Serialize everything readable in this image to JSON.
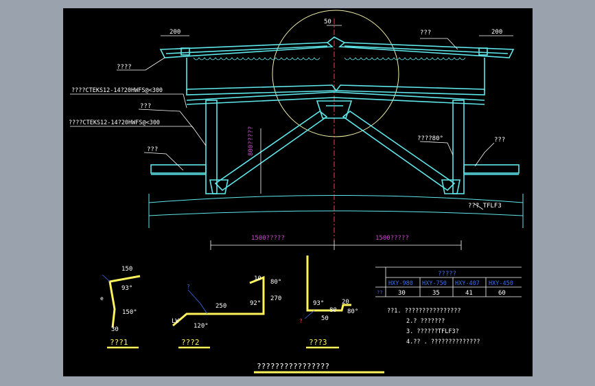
{
  "colors": {
    "structure": "#5fe8ec",
    "dimension": "#ffffff",
    "label": "#ffffff",
    "magenta": "#d04ad0",
    "yellow": "#fff35c",
    "blue": "#3f6ff0",
    "red": "#ff3a3a",
    "gray": "#c0c0c0",
    "detail_circle": "#f4f0a8"
  },
  "top": {
    "dim_left": "200",
    "dim_right": "200",
    "dim_center": "50",
    "callout_top_right": "???",
    "callout_left_1": "????",
    "callout_left_2": "????CTEKS12-14?20HWFS@<300",
    "callout_left_3": "???",
    "callout_left_4": "????CTEKS12-14?20HWFS@<300",
    "callout_left_5": "???",
    "callout_right_1": "????80°",
    "callout_right_2": "???",
    "vertical_dim": "800?????",
    "bottom_label": "??? TFLF3",
    "span_left": "1500?????",
    "span_right": "1500?????"
  },
  "details": [
    {
      "title": "???1",
      "dims": [
        "150",
        "93°",
        "150°",
        "30",
        "e"
      ]
    },
    {
      "title": "???2",
      "dims": [
        "10",
        "80°",
        "270",
        "92°",
        "250",
        "120°",
        "LW",
        "?"
      ]
    },
    {
      "title": "???3",
      "dims": [
        "93°",
        "80",
        "50",
        "20",
        "80°",
        "?"
      ]
    }
  ],
  "table": {
    "title": "?????",
    "headers": [
      "HXY-980",
      "HXY-750",
      "HXY-407",
      "HXY-450"
    ],
    "row_label": "??",
    "values": [
      "30",
      "35",
      "41",
      "60"
    ]
  },
  "notes": [
    "??1. ????????????????",
    "2.?    ???????",
    "3. ??????TFLF3?",
    "4.??  .  ??????????????"
  ],
  "drawing_title": "????????????????"
}
